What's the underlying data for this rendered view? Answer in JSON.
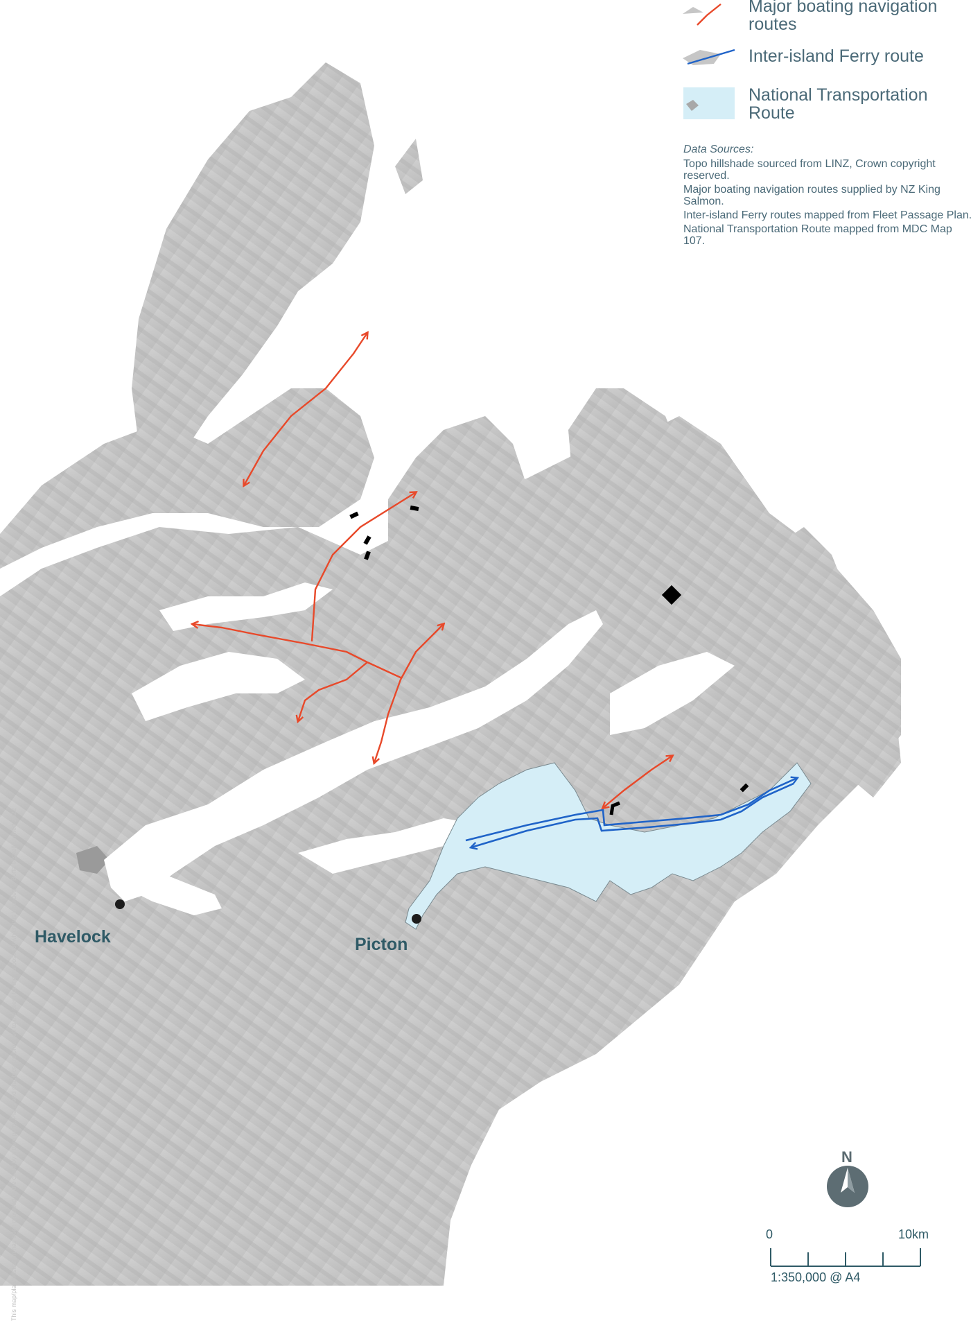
{
  "legend": [
    {
      "id": "boating",
      "label": "Major boating navigation routes",
      "color": "#e8492a"
    },
    {
      "id": "ferry",
      "label": "Inter-island Ferry route",
      "color": "#1f63c8"
    },
    {
      "id": "ntr",
      "label": "National Transportation Route",
      "color": "#d5eef7"
    }
  ],
  "sources": {
    "heading": "Data Sources:",
    "lines": [
      "Topo hillshade sourced from LINZ, Crown copyright reserved.",
      "Major boating navigation routes supplied by NZ King Salmon.",
      "Inter-island Ferry routes mapped from Fleet Passage Plan.",
      "National Transportation Route mapped from MDC Map 107."
    ]
  },
  "places": [
    {
      "id": "havelock",
      "name": "Havelock"
    },
    {
      "id": "picton",
      "name": "Picton"
    }
  ],
  "north_label": "N",
  "scale": {
    "start": "0",
    "end": "10km",
    "ratio": "1:350,000 @ A4"
  },
  "side_note": "This map/plan/illustration has been provided to the client by a third party. Plans and graphics are provided to the client for the purpose for which it is intended © Boffa Miskell Limited 2022",
  "colors": {
    "land": "#c6c6c6",
    "land_dark": "#a9a9a9",
    "water": "#ffffff",
    "text": "#4b6a78"
  }
}
